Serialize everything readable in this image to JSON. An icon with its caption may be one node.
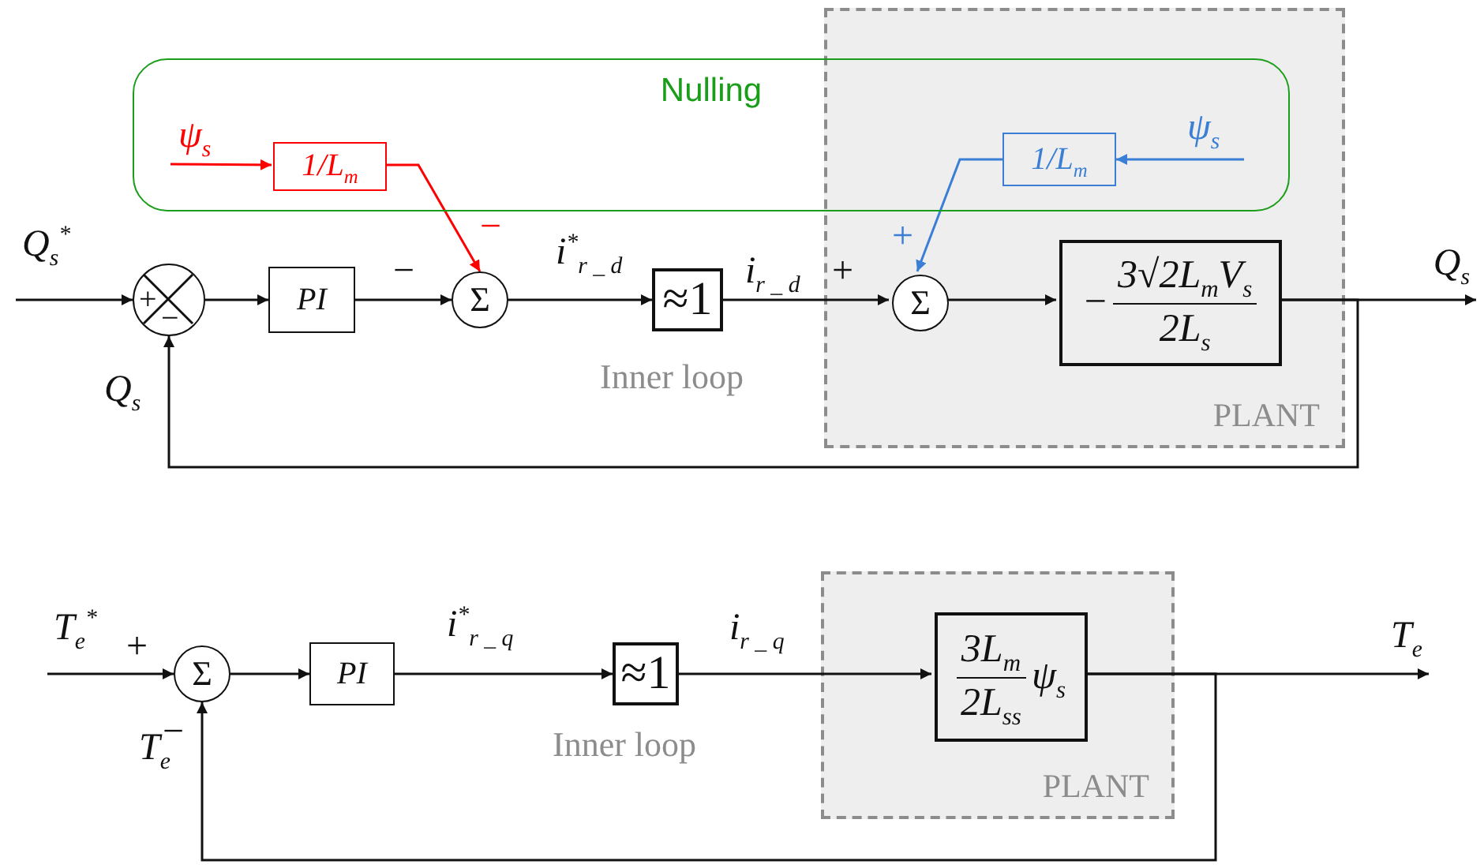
{
  "diagram": {
    "nodes": [
      {
        "text": [
          "Nulling"
        ]
      },
      {
        "text": [
          "PLANT"
        ]
      },
      {
        "text": [
          "ψ$_{s}$"
        ],
        "in": 0
      },
      {
        "text": [
          "1/L$_{m}$"
        ],
        "in": 0
      },
      {
        "text": [
          "ψ$_{s}$"
        ]
      },
      {
        "text": [
          "1/L$_{m}$"
        ]
      },
      {
        "text": [
          "Q$_{s}$$^{*}$"
        ]
      },
      {
        "text": [
          "+",
          "−"
        ]
      },
      {
        "text": [
          "PI"
        ]
      },
      {
        "text": [
          "Σ"
        ]
      },
      {
        "text": [
          "≈1"
        ]
      },
      {
        "text": [
          "Σ"
        ],
        "in": 1
      },
      {
        "text": [
          "−",
          "3√2L$_{m}$V$_{s}$",
          "2L$_{s}$"
        ],
        "in": 1
      },
      {
        "text": [
          "Q$_{s}$"
        ]
      },
      {
        "text": [
          "PLANT"
        ]
      },
      {
        "text": [
          "T$_{e}$$^{*}$"
        ]
      },
      {
        "text": [
          "Σ"
        ]
      },
      {
        "text": [
          "PI"
        ]
      },
      {
        "text": [
          "≈1"
        ]
      },
      {
        "text": [
          "3L$_{m}$",
          "2L$_{ss}$",
          "ψ$_{s}$"
        ],
        "in": 14
      },
      {
        "text": [
          "T$_{e}$"
        ]
      }
    ],
    "edges": [
      {
        "from": 2,
        "to": 3,
        "arrow": "to",
        "color": "#ff0000"
      },
      {
        "from": 3,
        "to": 9,
        "arrow": "to",
        "color": "#ff0000"
      },
      {
        "from": 4,
        "to": 5,
        "arrow": "to",
        "color": "#3a7fd5"
      },
      {
        "from": 5,
        "to": 11,
        "arrow": "to",
        "color": "#3a7fd5"
      },
      {
        "from": 6,
        "to": 7,
        "arrow": "to"
      },
      {
        "from": 7,
        "to": 8,
        "arrow": "to"
      },
      {
        "from": 8,
        "to": 9,
        "arrow": "to"
      },
      {
        "from": 9,
        "to": 10,
        "arrow": "to",
        "label": "i$^{*}$$_{r _ d}$"
      },
      {
        "from": 10,
        "to": 11,
        "arrow": "to",
        "label": "i$_{r _ d}$"
      },
      {
        "from": 11,
        "to": 12,
        "arrow": "to"
      },
      {
        "from": 12,
        "to": 13,
        "arrow": "to"
      },
      {
        "from": 12,
        "to": 7,
        "arrow": "to",
        "label": "Q$_{s}$"
      },
      {
        "from": 15,
        "to": 16,
        "arrow": "to"
      },
      {
        "from": 16,
        "to": 17,
        "arrow": "to"
      },
      {
        "from": 17,
        "to": 18,
        "arrow": "to",
        "label": "i$^{*}$$_{r _ q}$"
      },
      {
        "from": 18,
        "to": 19,
        "arrow": "to",
        "label": "i$_{r _ q}$"
      },
      {
        "from": 19,
        "to": 20,
        "arrow": "to"
      },
      {
        "from": 19,
        "to": 16,
        "arrow": "to",
        "label": "T$_{e}$"
      }
    ],
    "labels": [
      "−",
      "+",
      "−",
      "+",
      "Inner loop",
      "+",
      "−",
      "Inner loop"
    ]
  }
}
